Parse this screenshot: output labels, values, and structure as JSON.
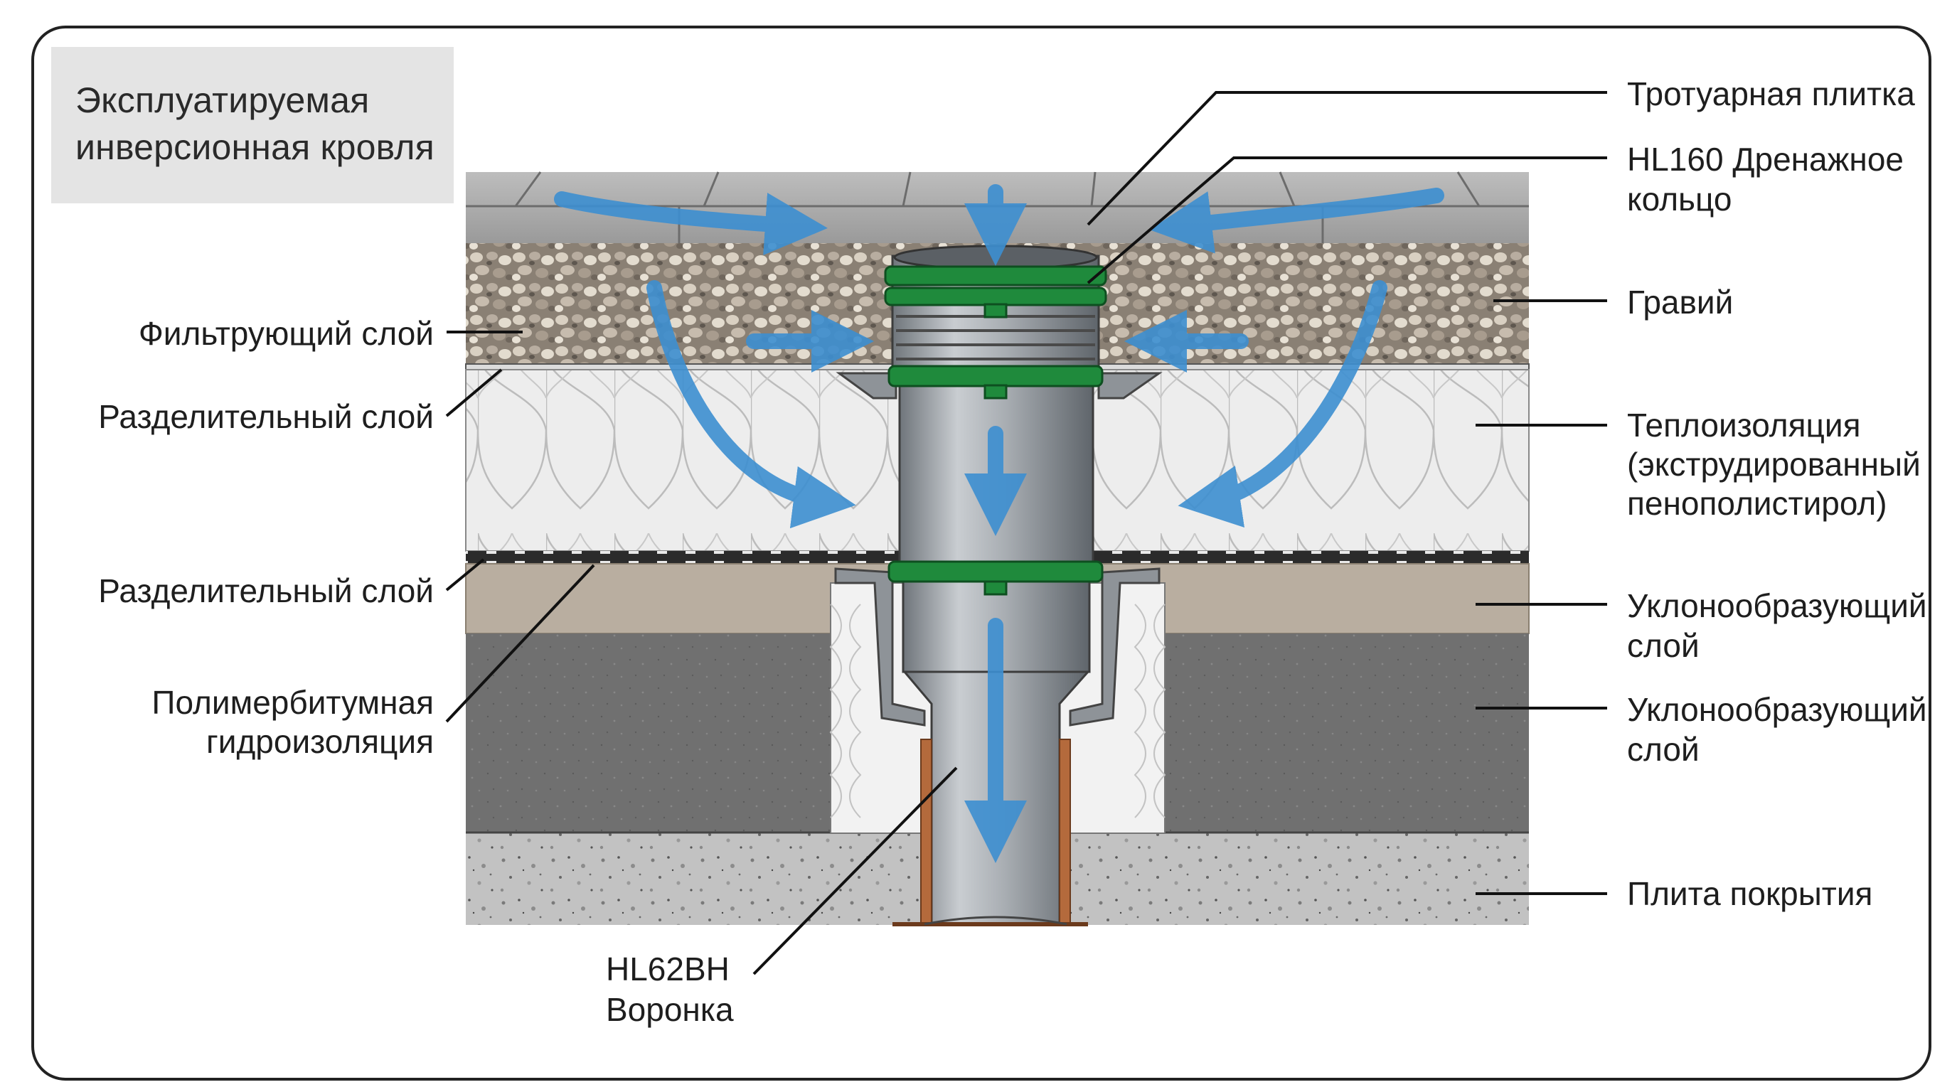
{
  "title": {
    "line1": "Эксплуатируемая",
    "line2": "инверсионная кровля"
  },
  "labels_left": {
    "filter": "Фильтрующий слой",
    "separating_top": "Разделительный слой",
    "separating_bottom": "Разделительный слой",
    "waterproofing_line1": "Полимербитумная",
    "waterproofing_line2": "гидроизоляция"
  },
  "labels_right": {
    "paving": "Тротуарная плитка",
    "ring_line1": "HL160 Дренажное",
    "ring_line2": "кольцо",
    "gravel": "Гравий",
    "insulation_line1": "Теплоизоляция",
    "insulation_line2": "(экструдированный",
    "insulation_line3": "пенополистирол)",
    "slope1_line1": "Уклонообразующий",
    "slope1_line2": "слой",
    "slope2_line1": "Уклонообразующий",
    "slope2_line2": "слой",
    "slab": "Плита покрытия"
  },
  "labels_bottom": {
    "drain_line1": "HL62BH",
    "drain_line2": "Воронка"
  },
  "colors": {
    "paving": "#a9a9a9",
    "gravel": "#8f8578",
    "insulation": "#ebebeb",
    "membrane": "#2b2b2b",
    "slope_beige": "#b9aea0",
    "slope_dark": "#6f6f6f",
    "slab": "#c4c4c4",
    "pipe": "#9ea3a8",
    "ring_green": "#1f8a3c",
    "flow_arrow": "#3d8fd1",
    "copper": "#b46a3c"
  }
}
